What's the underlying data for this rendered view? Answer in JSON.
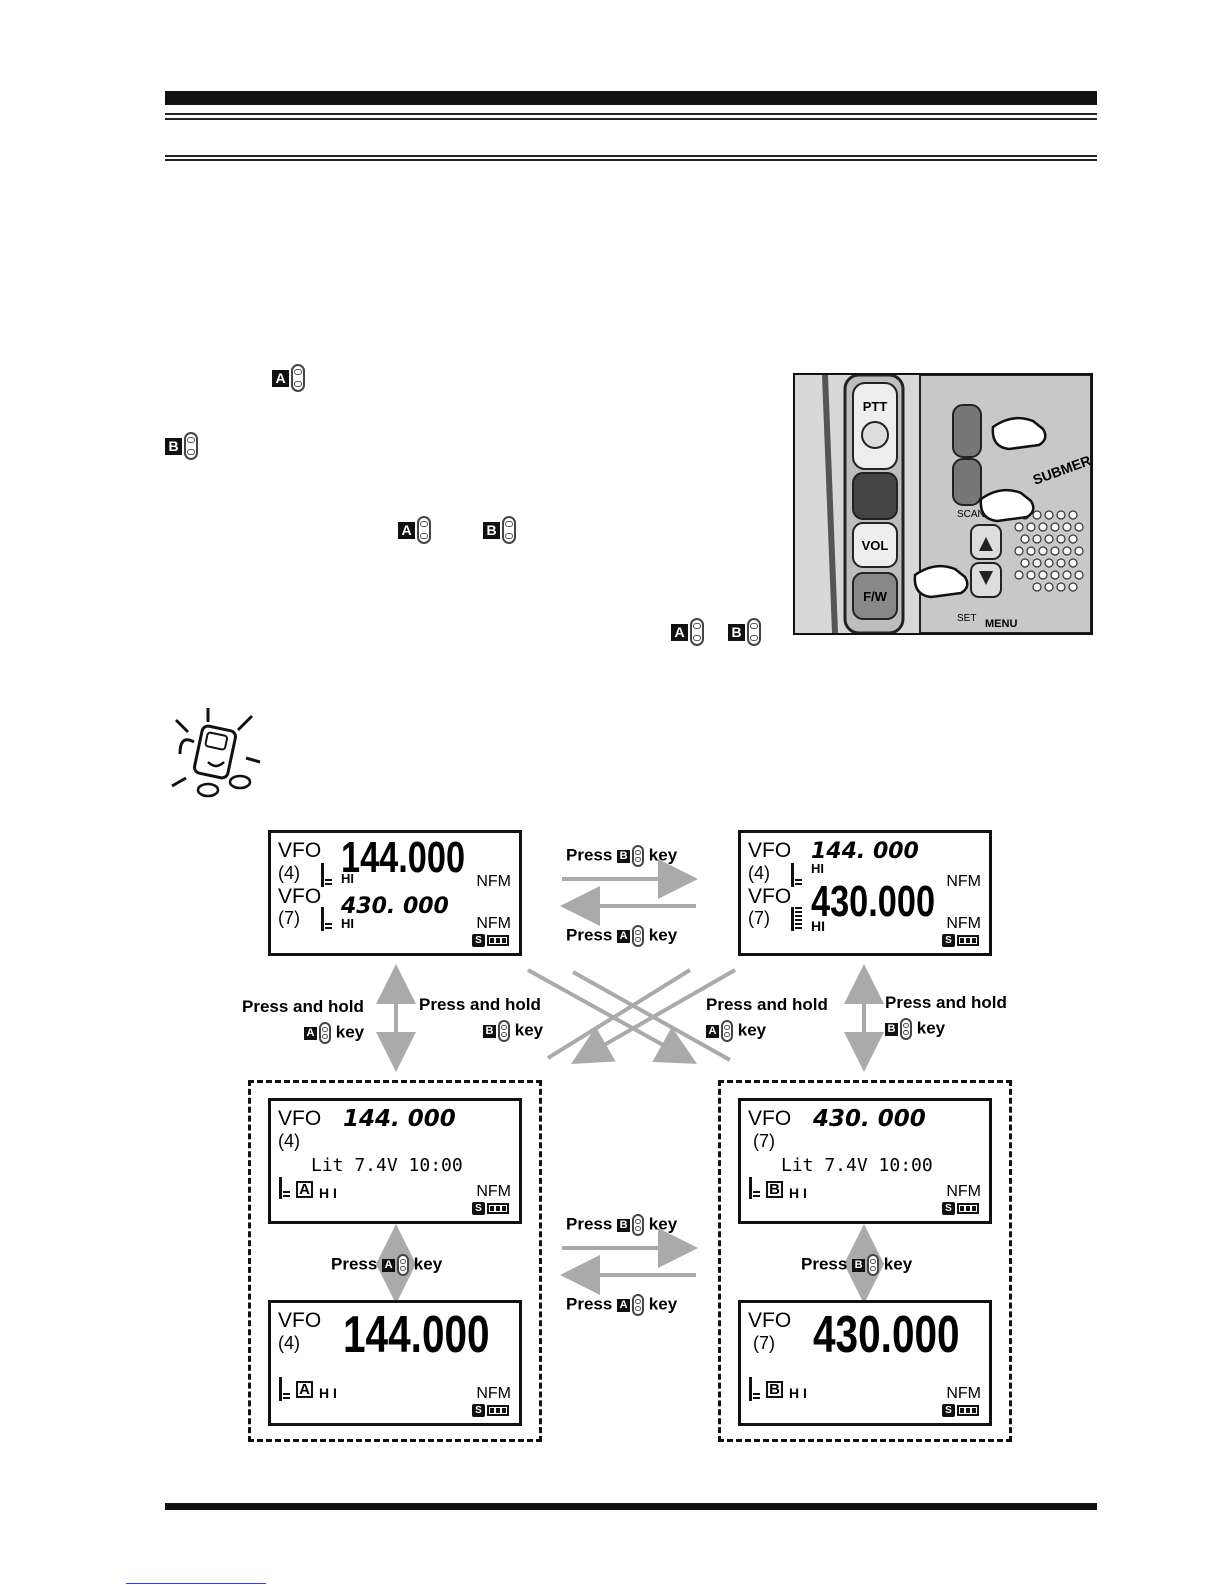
{
  "lcd": {
    "vfo": "VFO",
    "ch_a": "(4)",
    "ch_b": "(7)",
    "freq_a": "144.000",
    "freq_b": "430.000",
    "freq_a_spaced": "144. 000",
    "freq_b_spaced": "430. 000",
    "mode": "NFM",
    "power": "HI",
    "power_spaced": "H I",
    "status_line": "Lit 7.4V  10:00",
    "band_a_box": "A",
    "band_b_box": "B",
    "battery_s": "S"
  },
  "labels": {
    "press_b_top": "Press",
    "press_a_top": "Press",
    "key": "key",
    "press_hold": "Press and hold",
    "press": "Press"
  },
  "keys": {
    "a": "A",
    "b": "B"
  },
  "photo": {
    "ptt": "PTT",
    "vol": "VOL",
    "fw": "F/W",
    "menu": "MENU",
    "submersible": "SUBMERS",
    "scan": "SCAN",
    "set": "SET"
  }
}
